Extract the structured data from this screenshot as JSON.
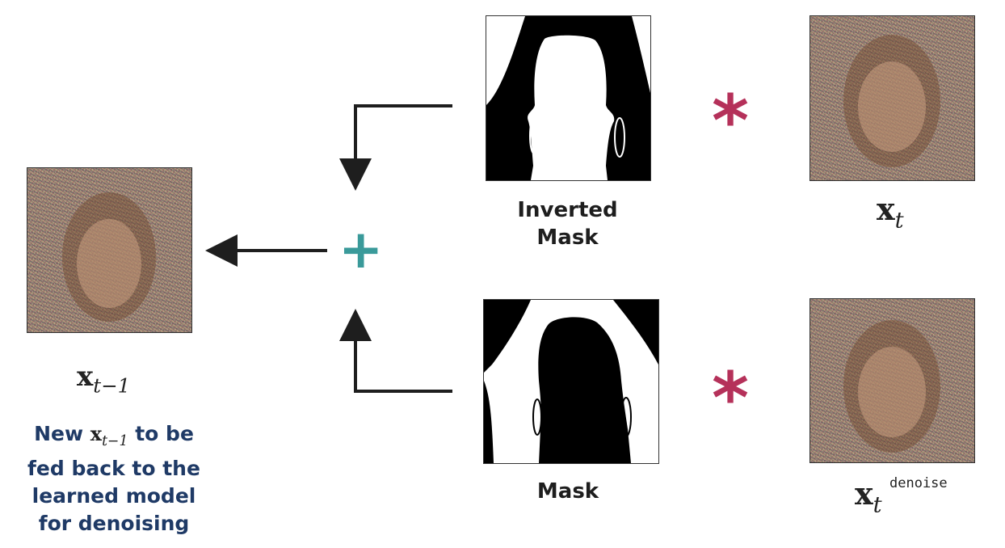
{
  "labels": {
    "inverted_mask_line1": "Inverted",
    "inverted_mask_line2": "Mask",
    "mask": "Mask"
  },
  "math": {
    "x_symbol": "x",
    "xt_sub": "t",
    "xt_denoise_sup": "denoise",
    "x_prev_sub": "t−1"
  },
  "caption": {
    "line1_before": "New",
    "line1_after": "to be",
    "line2": "fed back to the",
    "line3": "learned model",
    "line4": "for denoising"
  },
  "operators": {
    "multiply": "*",
    "add": "+"
  },
  "colors": {
    "caption": "#1f3a66",
    "multiply": "#b5315a",
    "add": "#3a9a9a",
    "arrow": "#1e1e1e"
  }
}
